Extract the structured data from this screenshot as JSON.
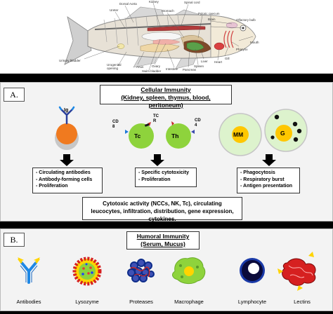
{
  "fish": {
    "labels": {
      "dorsal_aorta": "Dorsal Aorta",
      "kidney": "Kidney",
      "spinal_cord": "Spinal cord",
      "ureter": "Ureter",
      "stomach": "Stomach",
      "pyloric_caecum": "Pyloric caecum",
      "brain": "Brain",
      "olfactory_bulb": "Olfactory bulb",
      "mouth": "Mouth",
      "pharynx": "Pharynx",
      "gill": "Gill",
      "heart": "Heart",
      "liver": "Liver",
      "spleen": "Spleen",
      "pancreas": "Pancreas",
      "intestine": "Intestine",
      "ovary": "Ovary",
      "anus": "Anus",
      "swim_bladder": "Swim bladder",
      "urogenital_opening": "Urogenital opening",
      "urinary_bladder": "Urinary bladder"
    }
  },
  "section_a": {
    "letter": "A.",
    "title": "Cellular Immunity",
    "subtitle": "(Kidney, spleen, thymus, blood, peritoneum)",
    "cells": {
      "ig": "Ig",
      "cd8": "CD 8",
      "tc": "Tc",
      "tcr": "TC R",
      "th": "Th",
      "cd4": "CD 4",
      "mm": "MM",
      "g": "G"
    },
    "box1": [
      "- Circulating antibodies",
      "- Antibody-forming cells",
      "- Proliferation"
    ],
    "box2": [
      "- Specific cytotoxicity",
      "- Proliferation"
    ],
    "box3": [
      "- Phagocytosis",
      "- Respiratory burst",
      "- Antigen presentation"
    ],
    "summary": "Cytotoxic activity (NCCs, NK, Tc), circulating leucocytes, infiltration, distribution, gene expression, cytokines."
  },
  "section_b": {
    "letter": "B.",
    "title": "Humoral Immunity",
    "subtitle": "(Serum, Mucus)",
    "items": [
      "Antibodies",
      "Lysozyme",
      "Proteases",
      "Macrophage",
      "Lymphocyte",
      "Lectins"
    ]
  },
  "colors": {
    "orange_cell": "#f07a1f",
    "green_cell": "#8ed33c",
    "pale_green": "#ddf3cd",
    "yellow": "#ffd400",
    "blue_ab": "#2196f3",
    "dark_blue": "#0d2c8a",
    "red": "#d62020"
  }
}
